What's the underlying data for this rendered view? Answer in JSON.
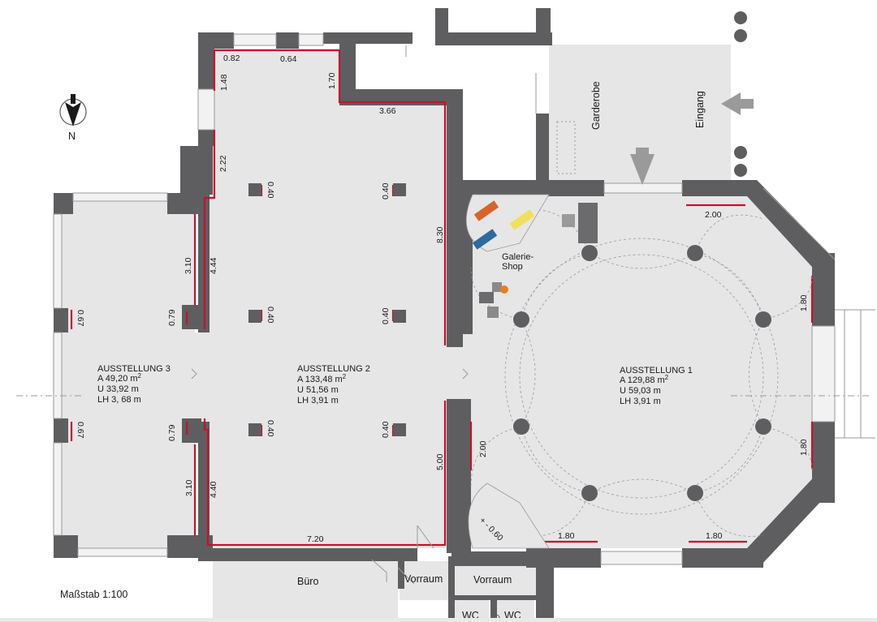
{
  "compass": {
    "label": "N"
  },
  "scale": {
    "label": "Maßstab 1:100"
  },
  "rooms": {
    "ausstellung1": {
      "name": "AUSSTELLUNG 1",
      "area_label": "A 129,88 m",
      "area_sup": "2",
      "u": "U  59,03 m",
      "lh": "LH  3,91 m"
    },
    "ausstellung2": {
      "name": "AUSSTELLUNG 2",
      "area_label": "A 133,48 m",
      "area_sup": "2",
      "u": "U  51,56 m",
      "lh": "LH  3,91 m"
    },
    "ausstellung3": {
      "name": "AUSSTELLUNG 3",
      "area_label": "A  49,20 m",
      "area_sup": "2",
      "u": "U  33,92 m",
      "lh": "LH  3, 68 m"
    }
  },
  "labels": {
    "garderobe": "Garderobe",
    "eingang": "Eingang",
    "galerie_shop_1": "Galerie-",
    "galerie_shop_2": "Shop",
    "buero": "Büro",
    "vorraum_left": "Vorraum",
    "vorraum_right": "Vorraum",
    "wc_left": "WC",
    "wc_right": "WC"
  },
  "dimensions": {
    "d_082": "0.82",
    "d_064": "0.64",
    "d_148": "1.48",
    "d_170": "1.70",
    "d_366": "3.66",
    "d_222": "2.22",
    "d_830": "8.30",
    "d_444": "4.44",
    "d_310_top": "3.10",
    "d_079_top": "0.79",
    "d_067_top": "0.67",
    "d_040_a": "0.40",
    "d_040_b": "0.40",
    "d_040_c": "0.40",
    "d_040_d": "0.40",
    "d_040_e": "0.40",
    "d_040_f": "0.40",
    "d_079_bot": "0.79",
    "d_067_bot": "0.67",
    "d_310_bot": "3.10",
    "d_440": "4.40",
    "d_500": "5.00",
    "d_720": "7.20",
    "d_200_top": "2.00",
    "d_180_right_top": "1.80",
    "d_200_left": "2.00",
    "d_180_right_bot": "1.80",
    "d_060": "+ - 0.60",
    "d_180_bot_left": "1.80",
    "d_180_bot_right": "1.80"
  },
  "colors": {
    "wall": "#5e5e60",
    "floor": "#e6e6e6",
    "dimension_line": "#c8102e",
    "shop_orange": "#d9642a",
    "shop_yellow": "#f2df5a",
    "shop_blue": "#2c6aa0"
  }
}
